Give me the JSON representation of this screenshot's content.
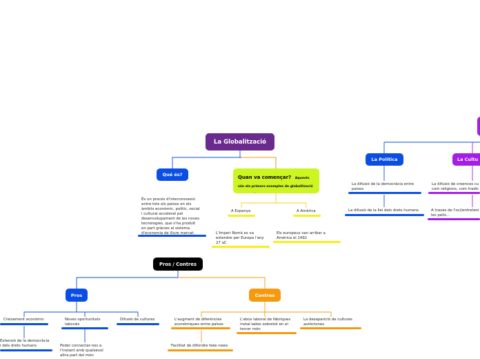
{
  "colors": {
    "purple": "#6a2a8e",
    "blue": "#0a4ee6",
    "orange": "#f59a0e",
    "yellow": "#f4f01a",
    "lime": "#cdf521",
    "violet": "#a51ee8",
    "black": "#000000"
  },
  "root": {
    "label": "La Globalització"
  },
  "que_es": {
    "label": "Qué és?",
    "text": "És un procés d'interconnexió\nentre tots els països en els\nàmbits econòmic, polític, social\ni cultural accelerat pel\ndesenvolupament de les noves\ntecnologies, que s'ha produït\nen part gràcies al sistema\nd'economia de lliure mercat."
  },
  "quan": {
    "label": "Quan va començar?",
    "note": "Aquests\nsón els primers exemples de globalització\nque coneixem:",
    "espanya": {
      "label": "A Espanya",
      "text": "L'Imperi Romà es va\nestendre per Europa l'any\n27 aC"
    },
    "america": {
      "label": "A Amèrica",
      "text": "Els europeus van arribar a\nAmèrica el 1492"
    }
  },
  "politica": {
    "label": "La Política",
    "items": [
      "La difusió de la democràcia entre\npaisos",
      "La difusió de la llei dels drets humans"
    ]
  },
  "cultura": {
    "label": "La Cultu",
    "items": [
      "La difusió de creences cu\ncom religions, com tradic",
      "A través de l'oci/entreteni\nles pelis..."
    ]
  },
  "pros_contres": {
    "label": "Pros / Contres"
  },
  "pros": {
    "label": "Pros",
    "items": [
      "Creixement econòmic",
      "Noves oportunitats\nlaborals",
      "Difusió de cultures"
    ],
    "subitems": [
      "Extensió de la democràcia\ni dels drets humans",
      "Poder connectar-nos a\nl'instant amb qualsevol\naltra part del món"
    ]
  },
  "contres": {
    "label": "Contres",
    "items": [
      "L'augment de diferències\neconòmiques entre països",
      "L'abús laboral de fàbriques\ninstal·lades sobretot en el\ntercer món",
      "La desaparició de cultures\nautòctones"
    ],
    "subitems": [
      "Facilitat de difondre fake news"
    ]
  }
}
